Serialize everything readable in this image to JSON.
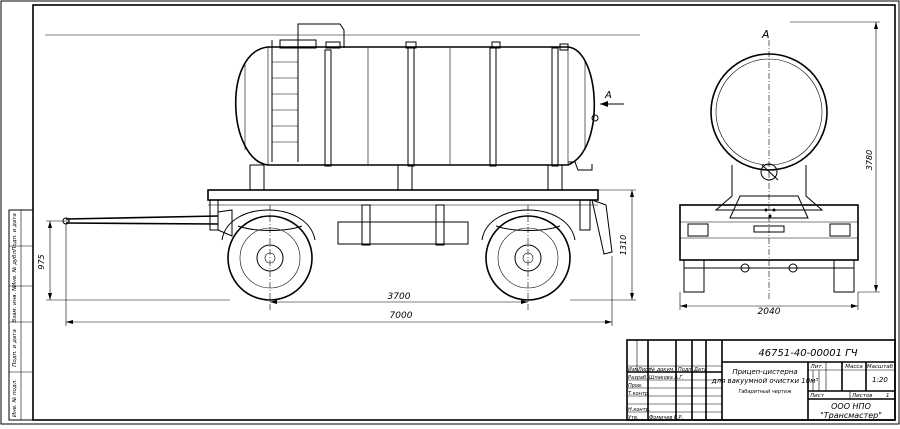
{
  "sheet": {
    "view_label": "А",
    "section_label": "А",
    "dims": {
      "wheelbase": "3700",
      "overall_length": "7000",
      "overall_width": "2040",
      "overall_height": "3780",
      "platform_height": "1310",
      "drawbar_height": "975"
    }
  },
  "title_block": {
    "designation": "46751-40-00001 ГЧ",
    "name_line1": "Прицеп-цистерна",
    "name_line2": "для вакуумной очистки 10м³",
    "doc_type": "Габаритный чертеж",
    "col_lit": "Лит.",
    "col_mass": "Масса",
    "col_scale": "Масштаб",
    "scale": "1:20",
    "sheet_label": "Лист",
    "sheets_label": "Листов",
    "sheets_count": "1",
    "org1": "ООО НПО",
    "org2": "\"Трансмастер\"",
    "rev_headers": [
      "Изм.",
      "Лист",
      "№ докум.",
      "Подп.",
      "Дата"
    ],
    "roles": [
      "Разраб.",
      "Пров.",
      "Т.контр.",
      "",
      "Н.контр.",
      "Утв."
    ],
    "developer": "Шпакова А.Г.",
    "approver": "Фомичев Р.Р."
  },
  "side_stamp": [
    "Инв. № подл.",
    "Подп. и дата",
    "Взам. инв. №",
    "Инв. № дубл.",
    "Подп. и дата"
  ]
}
